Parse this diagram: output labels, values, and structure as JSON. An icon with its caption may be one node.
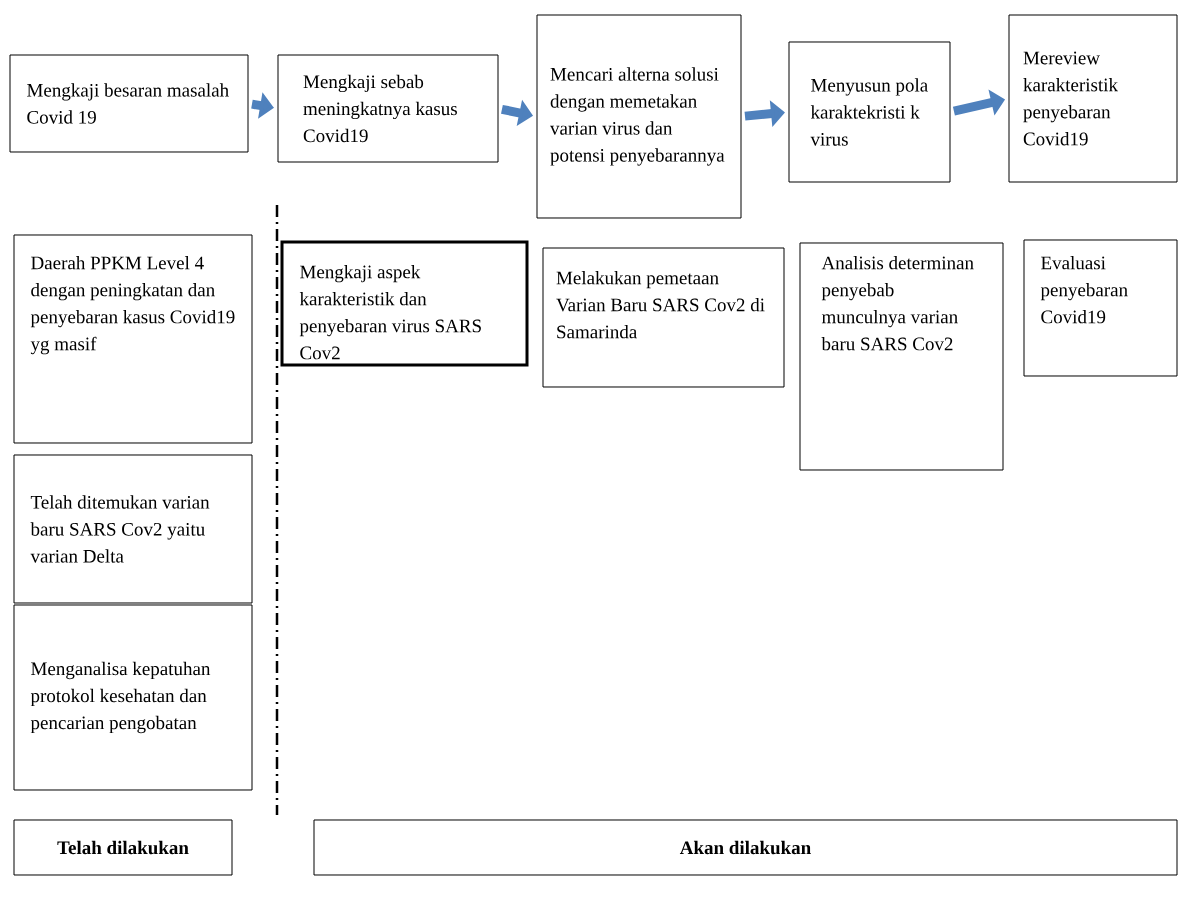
{
  "diagram": {
    "nodes": [
      {
        "text": [
          "Mengkaji besaran masalah Covid 19"
        ]
      },
      {
        "text": [
          "Mengkaji sebab meningkatnya kasus Covid19"
        ]
      },
      {
        "text": [
          "Mencari alterna solusi dengan memetakan varian virus dan potensi penyebarannya"
        ]
      },
      {
        "text": [
          "Menyusun pola karaktekristi k virus"
        ]
      },
      {
        "text": [
          "Mereview karakteristik penyebaran Covid19"
        ]
      },
      {
        "text": [
          "Daerah PPKM Level 4 dengan peningkatan dan penyebaran kasus Covid19 yg masif"
        ]
      },
      {
        "text": [
          "Mengkaji aspek karakteristik dan penyebaran virus SARS Cov2"
        ]
      },
      {
        "text": [
          "Melakukan pemetaan Varian Baru SARS Cov2 di Samarinda"
        ]
      },
      {
        "text": [
          "Analisis determinan penyebab munculnya varian baru SARS Cov2"
        ]
      },
      {
        "text": [
          "Evaluasi penyebaran Covid19"
        ]
      },
      {
        "text": [
          "Telah ditemukan varian baru SARS Cov2 yaitu varian Delta"
        ]
      },
      {
        "text": [
          "Menganalisa kepatuhan protokol kesehatan dan pencarian pengobatan"
        ]
      },
      {
        "text": [
          "Telah dilakukan"
        ]
      },
      {
        "text": [
          "Akan dilakukan"
        ]
      }
    ],
    "edges": [
      {
        "from": 0,
        "to": 1,
        "arrow": "to"
      },
      {
        "from": 1,
        "to": 2,
        "arrow": "to"
      },
      {
        "from": 2,
        "to": 3,
        "arrow": "to"
      },
      {
        "from": 3,
        "to": 4,
        "arrow": "to"
      }
    ]
  }
}
